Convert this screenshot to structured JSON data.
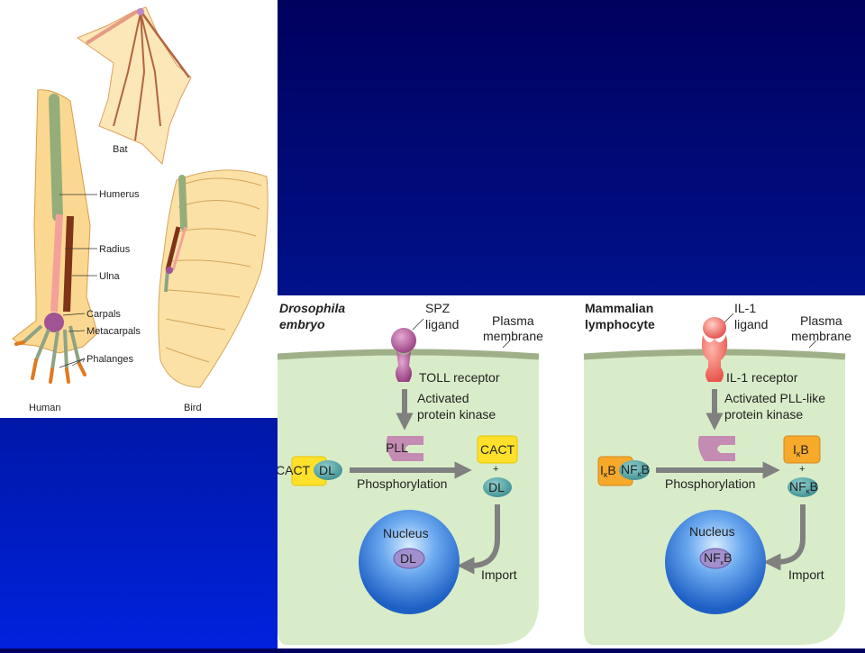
{
  "limbs": {
    "labels": {
      "bat": "Bat",
      "bird": "Bird",
      "human": "Human",
      "humerus": "Humerus",
      "radius": "Radius",
      "ulna": "Ulna",
      "carpals": "Carpals",
      "metacarpals": "Metacarpals",
      "phalanges": "Phalanges"
    }
  },
  "pathways": [
    {
      "organism": [
        "Drosophila",
        "embryo"
      ],
      "ligand": [
        "SPZ",
        "ligand"
      ],
      "membrane": [
        "Plasma",
        "membrane"
      ],
      "receptor": "TOLL receptor",
      "kinase_label": [
        "Activated",
        "protein kinase"
      ],
      "kinase": "PLL",
      "complex_inhibitor": "CACT",
      "complex_factor": "DL",
      "phosphorylation": "Phosphorylation",
      "released_inhibitor": "CACT",
      "plus": "+",
      "released_factor": "DL",
      "nucleus": "Nucleus",
      "nuclear_factor": "DL",
      "import": "Import"
    },
    {
      "organism": [
        "Mammalian",
        "lymphocyte"
      ],
      "ligand": [
        "IL-1",
        "ligand"
      ],
      "membrane": [
        "Plasma",
        "membrane"
      ],
      "receptor": "IL-1 receptor",
      "kinase_label": [
        "Activated PLL-like",
        "protein kinase"
      ],
      "complex_inhibitor": [
        "I",
        "κ",
        "B"
      ],
      "complex_factor": [
        "NF",
        "κ",
        "B"
      ],
      "phosphorylation": "Phosphorylation",
      "released_inhibitor": [
        "I",
        "κ",
        "B"
      ],
      "plus": "+",
      "released_factor": [
        "NF",
        "κ",
        "B"
      ],
      "nucleus": "Nucleus",
      "nuclear_factor": [
        "NF",
        "κ",
        "B"
      ],
      "import": "Import"
    }
  ],
  "colors": {
    "cell": "#d9ecc9",
    "membrane": "#9fb089",
    "arrow": "#808080",
    "nucleus": "#3d85df",
    "cact": "#ffe12b",
    "ikb": "#f6a92a",
    "dl": "#59a6a8",
    "pll": "#c48bb3",
    "toll": "#a44a8a",
    "il1": "#ee5a55"
  }
}
